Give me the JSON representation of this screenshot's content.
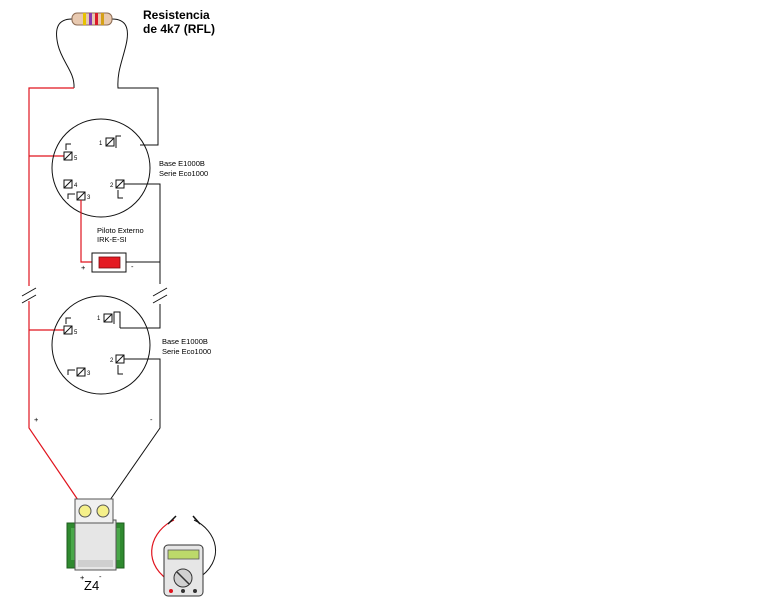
{
  "resistor": {
    "title_line1": "Resistencia",
    "title_line2": "de 4k7 (RFL)"
  },
  "base_top": {
    "line1": "Base  E1000B",
    "line2": "Serie  Eco1000"
  },
  "base_bottom": {
    "line1": "Base  E1000B",
    "line2": "Serie  Eco1000"
  },
  "pilot": {
    "line1": "Piloto  Externo",
    "line2": "IRK-E-SI"
  },
  "polarity": {
    "plus": "+",
    "minus": "-"
  },
  "panel": {
    "zone_label": "Z4"
  },
  "terminal_numbers": {
    "t1": "1",
    "t2": "2",
    "t3": "3",
    "t4": "4",
    "t5": "5"
  },
  "colors": {
    "red_wire": "#e0141e",
    "black_wire": "#111111",
    "panel_green": "#2f8a2f",
    "led_red": "#e41b23"
  }
}
